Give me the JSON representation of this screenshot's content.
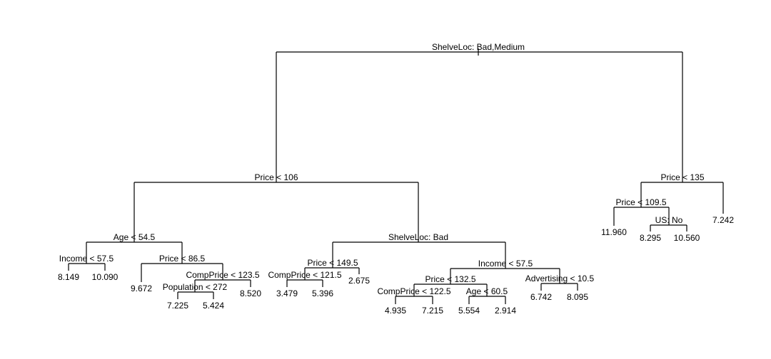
{
  "tree": {
    "label": "ShelveLoc: Bad,Medium",
    "children": [
      {
        "label": "Price < 106",
        "children": [
          {
            "label": "Age < 54.5",
            "children": [
              {
                "label": "Income < 57.5",
                "children": [
                  {
                    "value": "8.149"
                  },
                  {
                    "value": "10.090"
                  }
                ]
              },
              {
                "label": "Price < 86.5",
                "children": [
                  {
                    "value": "9.672"
                  },
                  {
                    "label": "CompPrice < 123.5",
                    "children": [
                      {
                        "label": "Population < 272",
                        "children": [
                          {
                            "value": "7.225"
                          },
                          {
                            "value": "5.424"
                          }
                        ]
                      },
                      {
                        "value": "8.520"
                      }
                    ]
                  }
                ]
              }
            ]
          },
          {
            "label": "ShelveLoc: Bad",
            "children": [
              {
                "label": "Price < 149.5",
                "children": [
                  {
                    "label": "CompPrice < 121.5",
                    "children": [
                      {
                        "value": "3.479"
                      },
                      {
                        "value": "5.396"
                      }
                    ]
                  },
                  {
                    "value": "2.675"
                  }
                ]
              },
              {
                "label": "Income < 57.5",
                "children": [
                  {
                    "label": "Price < 132.5",
                    "children": [
                      {
                        "label": "CompPrice < 122.5",
                        "children": [
                          {
                            "value": "4.935"
                          },
                          {
                            "value": "7.215"
                          }
                        ]
                      },
                      {
                        "label": "Age < 60.5",
                        "children": [
                          {
                            "value": "5.554"
                          },
                          {
                            "value": "2.914"
                          }
                        ]
                      }
                    ]
                  },
                  {
                    "label": "Advertising < 10.5",
                    "children": [
                      {
                        "value": "6.742"
                      },
                      {
                        "value": "8.095"
                      }
                    ]
                  }
                ]
              }
            ]
          }
        ]
      },
      {
        "label": "Price < 135",
        "children": [
          {
            "label": "Price < 109.5",
            "children": [
              {
                "value": "11.960"
              },
              {
                "label": "US: No",
                "children": [
                  {
                    "value": "8.295"
                  },
                  {
                    "value": "10.560"
                  }
                ]
              }
            ]
          },
          {
            "value": "7.242"
          }
        ]
      }
    ]
  }
}
